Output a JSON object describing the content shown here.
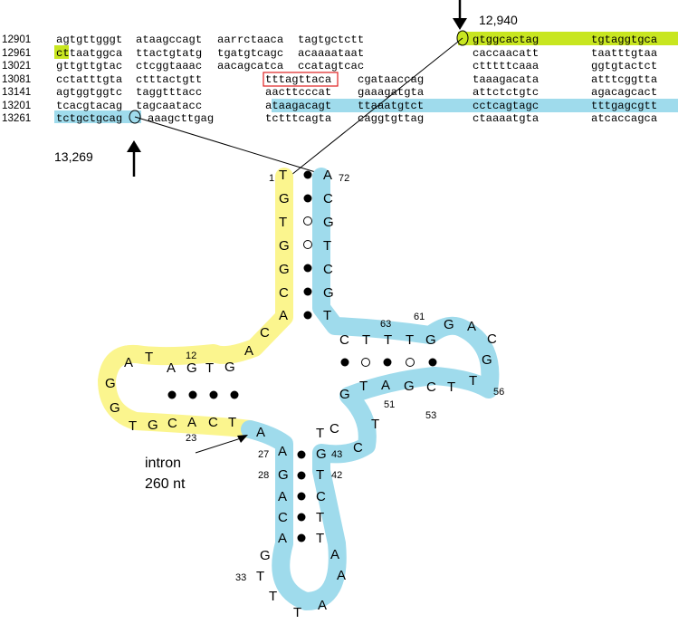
{
  "sequence_rows": [
    {
      "pos": "12901",
      "groups": [
        "agtgttgggt",
        "ataagccagt",
        "aarrctaaca",
        "tagtgctctt",
        "gtggcactag",
        "tgtaggtgca"
      ]
    },
    {
      "pos": "12961",
      "groups": [
        "cttaatggca",
        "ttactgtatg",
        "tgatgtcagc",
        "acaaaataat",
        "caccaacatt",
        "taatttgtaa"
      ]
    },
    {
      "pos": "13021",
      "groups": [
        "gttgttgtac",
        "ctcggtaaac",
        "aacagcatca",
        "ccatagtcac",
        "ctttttcaaa",
        "ggtgtactct"
      ]
    },
    {
      "pos": "13081",
      "groups": [
        "cctatttgta",
        "ctttactgtt",
        "tttagttaca",
        "cgataaccag",
        "taaagacata",
        "atttcggtta"
      ]
    },
    {
      "pos": "13141",
      "groups": [
        "agtggtggtc",
        "taggtttacc",
        "aacttcccat",
        "gaaagatgta",
        "attctctgtc",
        "agacagcact"
      ]
    },
    {
      "pos": "13201",
      "groups": [
        "tcacgtacag",
        "tagcaatacc",
        "ataagacagt",
        "ttaaatgtct",
        "cctcagtagc",
        "tttgagcgtt"
      ]
    },
    {
      "pos": "13261",
      "groups": [
        "tctgctgcag",
        "aaagcttgag",
        "tctttcagta",
        "caggtgttag",
        "ctaaaatgta",
        "atcaccagca"
      ]
    }
  ],
  "labels": {
    "top_position": "12,940",
    "bottom_position": "13,269",
    "intron_line1": "intron",
    "intron_line2": "260 nt"
  },
  "nucleotides": {
    "acceptor_5p": [
      "T",
      "G",
      "T",
      "G",
      "G",
      "C",
      "A"
    ],
    "acceptor_3p": [
      "A",
      "C",
      "G",
      "T",
      "C",
      "G",
      "T"
    ],
    "d_loop": [
      "C",
      "A",
      "G",
      "T",
      "G",
      "A",
      "T",
      "A",
      "G",
      "G",
      "T",
      "G",
      "C",
      "A",
      "C",
      "T"
    ],
    "anticodon_5p": [
      "A",
      "A",
      "G",
      "A",
      "C",
      "A"
    ],
    "anticodon_loop": [
      "G",
      "T",
      "T",
      "T",
      "A",
      "A",
      "A"
    ],
    "anticodon_3p": [
      "T",
      "T",
      "C",
      "T",
      "G",
      "T"
    ],
    "variable": [
      "C",
      "C",
      "T"
    ],
    "t_stem_5p": [
      "G",
      "T",
      "A",
      "G",
      "C",
      "T",
      "T"
    ],
    "t_loop": [
      "G",
      "C",
      "A",
      "G"
    ],
    "t_stem_3p": [
      "C",
      "T",
      "T",
      "T",
      "G"
    ]
  },
  "numbers": [
    "1",
    "72",
    "12",
    "23",
    "27",
    "28",
    "43",
    "42",
    "33",
    "63",
    "61",
    "51",
    "53",
    "56"
  ],
  "colors": {
    "yellow_highlight": "#c8e620",
    "blue_highlight": "#9fdbec",
    "yellow_strand": "#fbf58e",
    "blue_strand": "#9fdbec",
    "box": "#e02020"
  }
}
